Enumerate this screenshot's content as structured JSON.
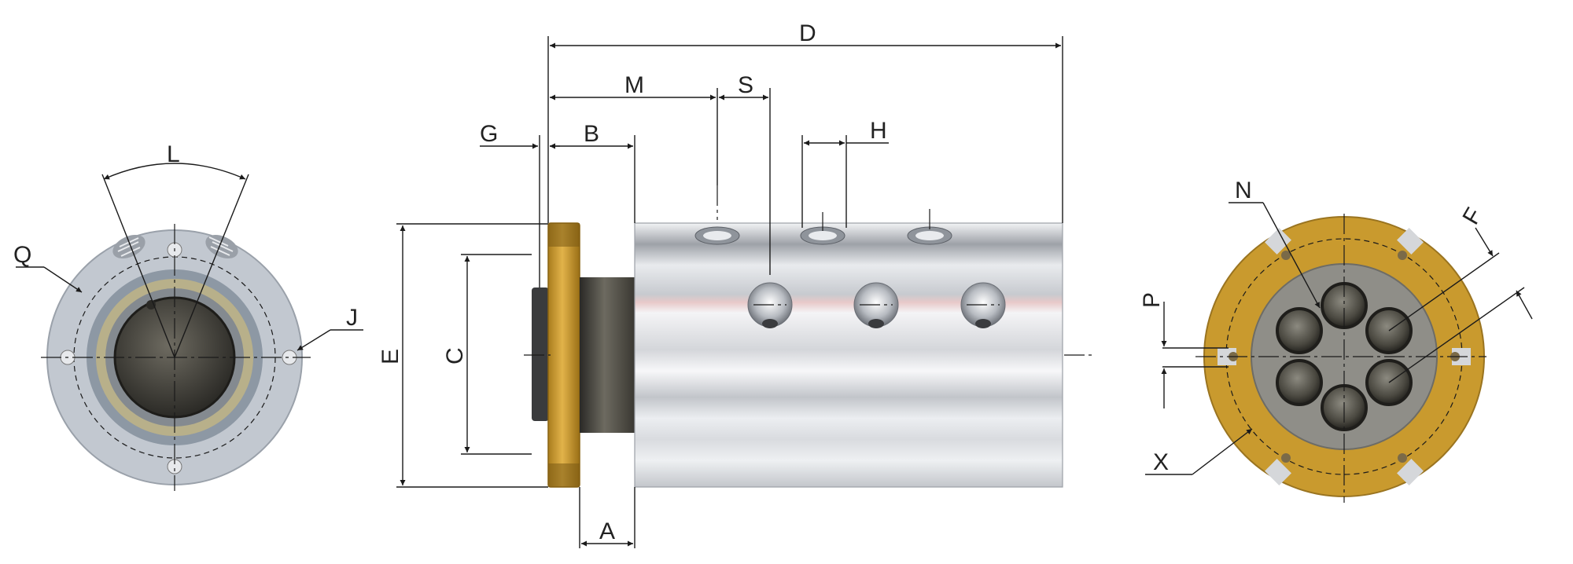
{
  "labels": {
    "D": "D",
    "M": "M",
    "S": "S",
    "G": "G",
    "B": "B",
    "H": "H",
    "E": "E",
    "C": "C",
    "A": "A",
    "L": "L",
    "Q": "Q",
    "J": "J",
    "N": "N",
    "F": "F",
    "P": "P",
    "X": "X"
  },
  "colors": {
    "flange_brass": "#c99a2e",
    "body_silver": "#d6d8dc",
    "end_plate_gray": "#a9b0b8",
    "port_dark": "#3b3a36",
    "background": "#ffffff"
  }
}
